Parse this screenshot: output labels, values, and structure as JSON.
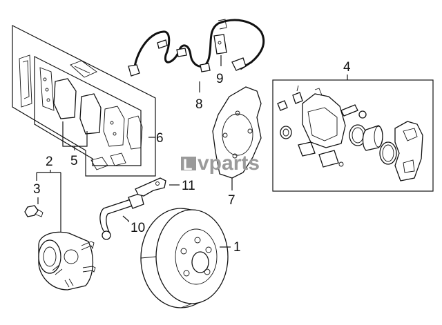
{
  "diagram": {
    "callouts": {
      "c1": "1",
      "c2": "2",
      "c3": "3",
      "c4": "4",
      "c5": "5",
      "c6": "6",
      "c7": "7",
      "c8": "8",
      "c9": "9",
      "c10": "10",
      "c11": "11"
    },
    "watermark": "vparts",
    "watermark_mark": "L",
    "colors": {
      "line": "#111111",
      "watermark": "#9a9a9a",
      "background": "#ffffff"
    }
  }
}
